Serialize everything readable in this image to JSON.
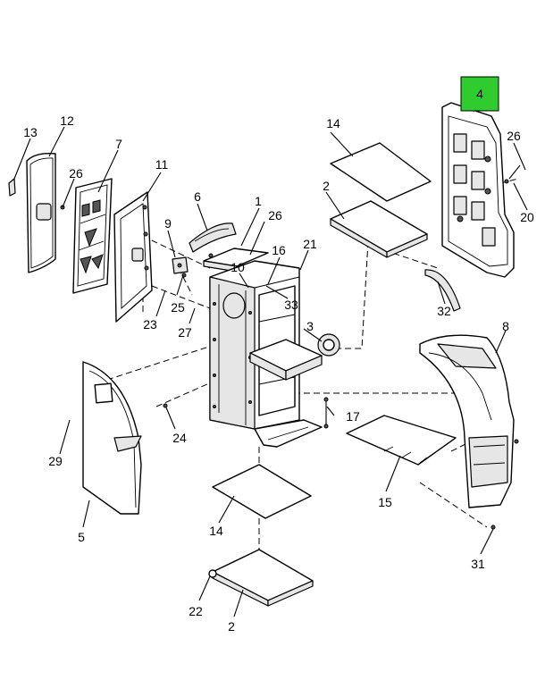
{
  "highlight": {
    "label": "4",
    "color": "#2ecc2e"
  },
  "callouts": {
    "c1": "1",
    "c2a": "2",
    "c2b": "2",
    "c3": "3",
    "c5": "5",
    "c6": "6",
    "c7": "7",
    "c8": "8",
    "c9": "9",
    "c10": "10",
    "c11": "11",
    "c12": "12",
    "c13": "13",
    "c14a": "14",
    "c14b": "14",
    "c15": "15",
    "c16": "16",
    "c17": "17",
    "c20": "20",
    "c21": "21",
    "c22": "22",
    "c23": "23",
    "c24": "24",
    "c25": "25",
    "c26a": "26",
    "c26b": "26",
    "c26c": "26",
    "c27": "27",
    "c29": "29",
    "c31": "31",
    "c32": "32",
    "c33": "33"
  }
}
